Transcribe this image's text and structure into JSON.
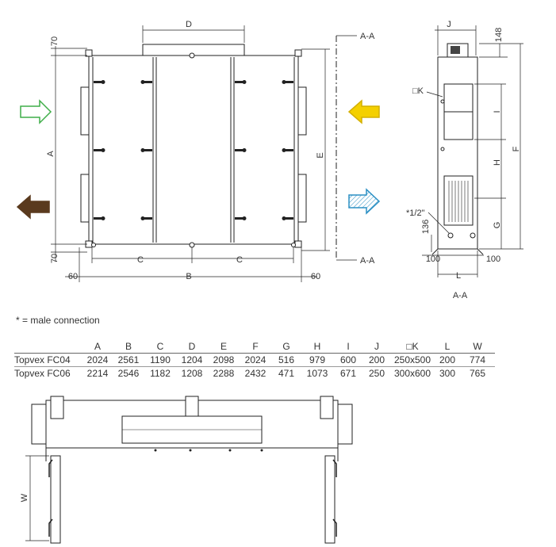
{
  "front_view": {
    "dim_labels": {
      "top_height": "70",
      "bottom_height": "70",
      "width_D": "D",
      "height_A": "A",
      "height_E": "E",
      "width_C_left": "C",
      "width_C_right": "C",
      "width_B": "B",
      "margin_left": "60",
      "margin_right": "60"
    },
    "section_marker": {
      "top": "A-A",
      "bottom": "A-A"
    },
    "arrows": [
      {
        "name": "outdoor-air-in",
        "color": "#3fae49"
      },
      {
        "name": "exhaust-air-out",
        "color": "#5a3a1e"
      },
      {
        "name": "extract-air-in",
        "color": "#f4d000"
      },
      {
        "name": "supply-air-out",
        "color": "#2a8fc4"
      }
    ]
  },
  "side_view": {
    "dim_labels": {
      "width_J": "J",
      "top_148": "148",
      "duct_K": "□K",
      "height_I": "I",
      "height_H": "H",
      "height_F": "F",
      "height_G": "G",
      "pipe": "*1/2\"",
      "pipe_height": "136",
      "foot_left": "100",
      "foot_right": "100",
      "width_L": "L"
    },
    "caption": "A-A"
  },
  "note": "* = male connection",
  "table": {
    "columns": [
      "",
      "A",
      "B",
      "C",
      "D",
      "E",
      "F",
      "G",
      "H",
      "I",
      "J",
      "□K",
      "L",
      "W"
    ],
    "rows": [
      [
        "Topvex FC04",
        "2024",
        "2561",
        "1190",
        "1204",
        "2098",
        "2024",
        "516",
        "979",
        "600",
        "200",
        "250x500",
        "200",
        "774"
      ],
      [
        "Topvex FC06",
        "2214",
        "2546",
        "1182",
        "1208",
        "2288",
        "2432",
        "471",
        "1073",
        "671",
        "250",
        "300x600",
        "300",
        "765"
      ]
    ]
  },
  "top_view": {
    "dim_labels": {
      "width_W": "W"
    }
  }
}
